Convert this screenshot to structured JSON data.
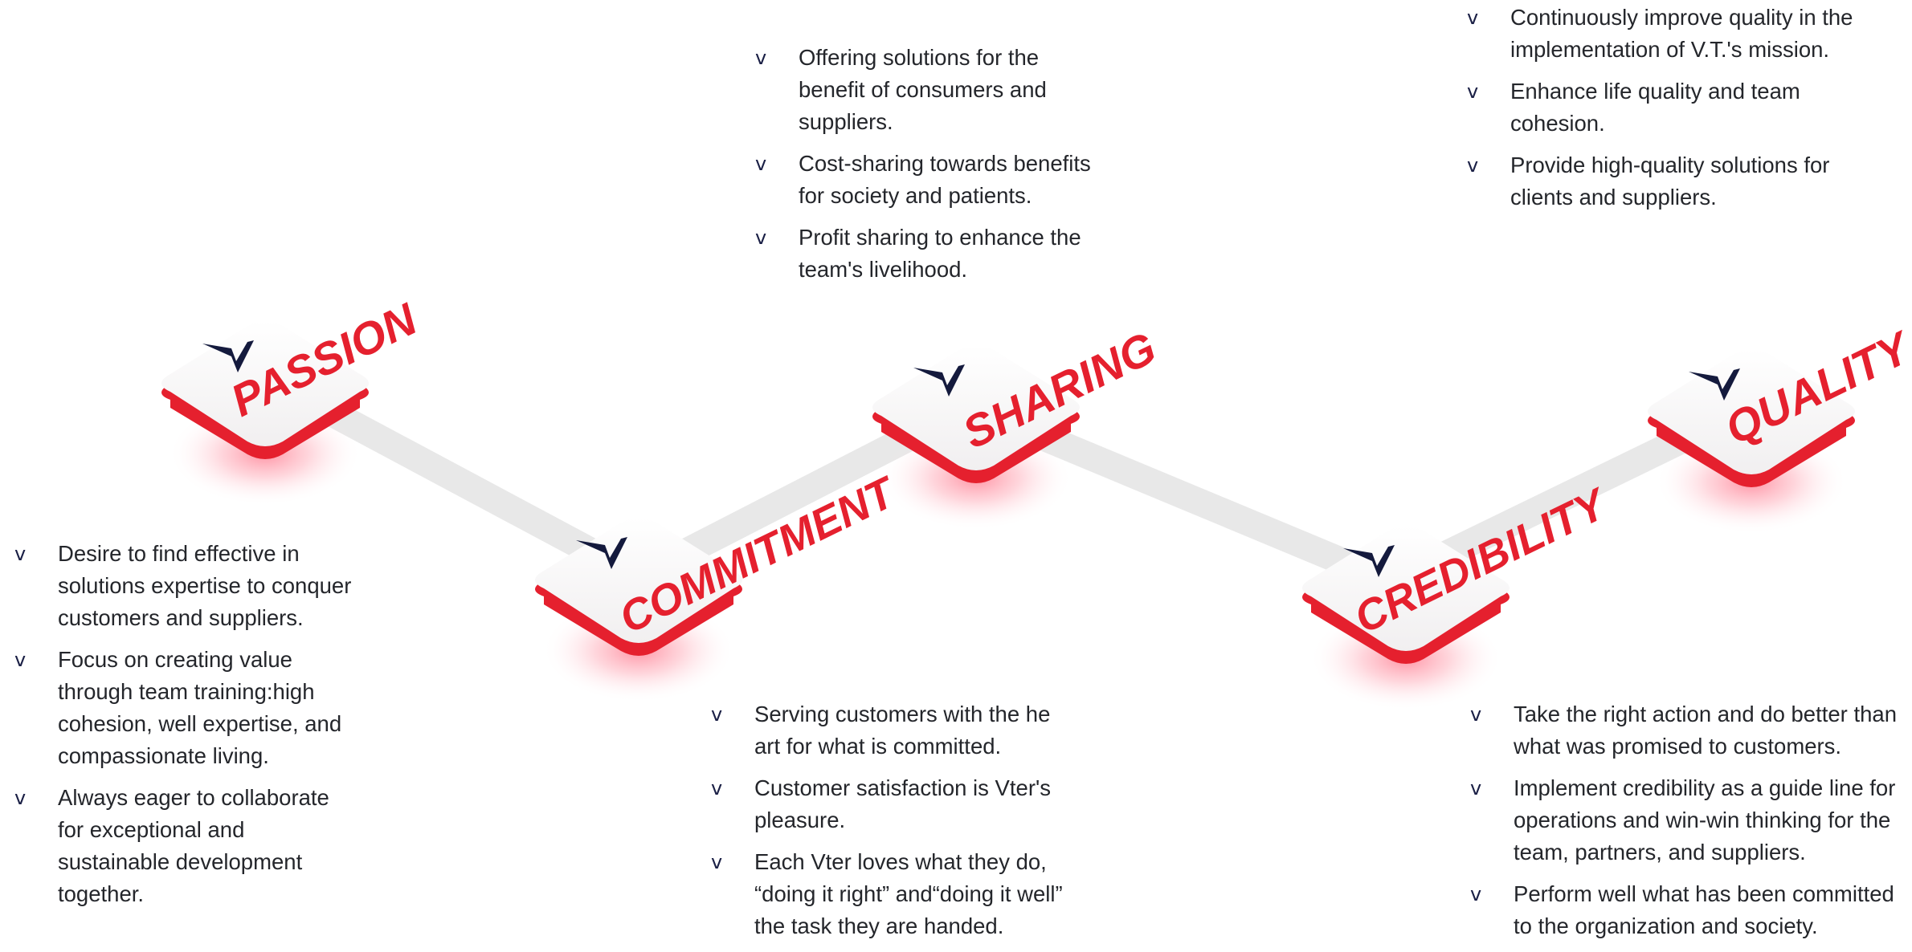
{
  "colors": {
    "accent": "#e5202e",
    "navy": "#141a3d",
    "connector": "#e8e8e8",
    "text": "#24262b"
  },
  "icon": "check-v-icon",
  "nodes": [
    {
      "id": "passion",
      "label": "PASSION",
      "bullets": [
        "Desire to find effective in solutions expertise to conquer customers and suppliers.",
        "Focus on creating value through team training:high cohesion, well expertise, and compassionate living.",
        "Always eager to collaborate for exceptional and sustainable development together."
      ]
    },
    {
      "id": "commitment",
      "label": "COMMITMENT",
      "bullets": [
        "Serving customers with the he art for what is committed.",
        "Customer satisfaction is Vter's pleasure.",
        "Each Vter loves what they do, “doing it right” and“doing it well” the task they are handed."
      ]
    },
    {
      "id": "sharing",
      "label": "SHARING",
      "bullets": [
        "Offering solutions for the benefit of consumers and suppliers.",
        "Cost-sharing towards benefits for society and patients.",
        "Profit sharing to enhance the team's livelihood."
      ]
    },
    {
      "id": "credibility",
      "label": "CREDIBILITY",
      "bullets": [
        "Take the right action and do better than what was promised to customers.",
        "Implement credibility as a guide line for operations and win-win thinking for the team, partners, and suppliers.",
        "Perform well what has been committed to the organization and society."
      ]
    },
    {
      "id": "quality",
      "label": "QUALITY",
      "bullets": [
        "Continuously improve quality in the implementation of V.T.'s mission.",
        "Enhance life quality and team cohesion.",
        "Provide high-quality solutions for clients and suppliers."
      ]
    }
  ]
}
